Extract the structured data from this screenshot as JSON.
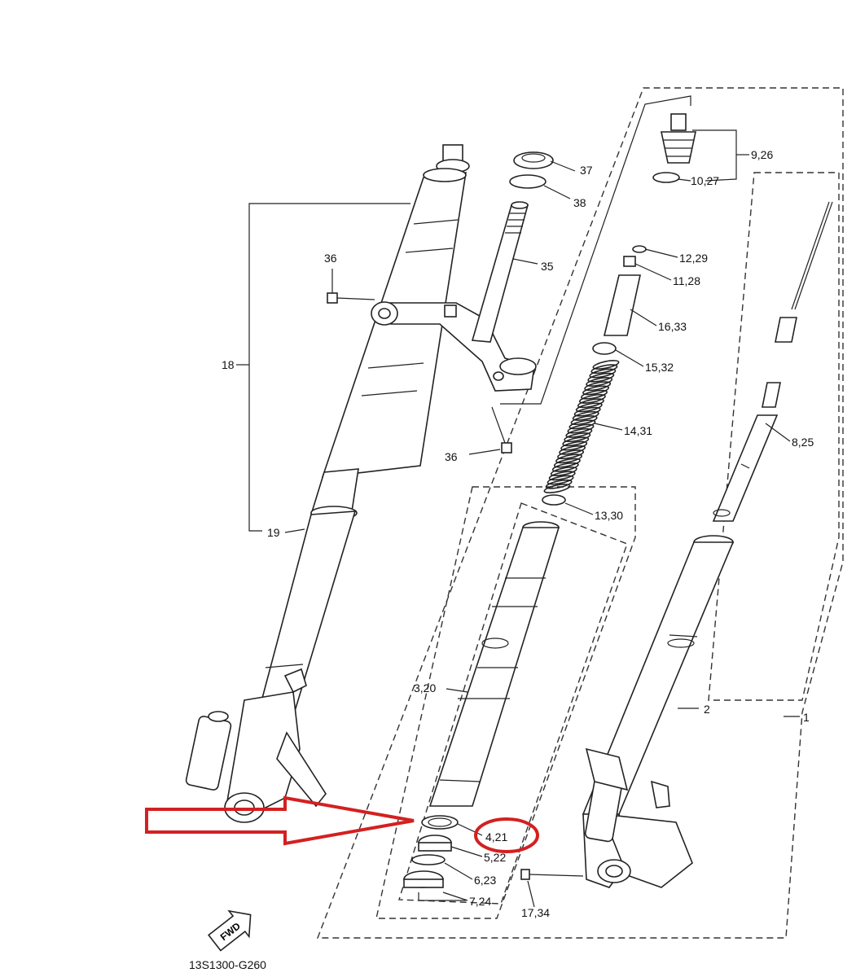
{
  "diagram": {
    "drawing_code": "13S1300-G260",
    "fwd_mark": "FWD",
    "highlight_color": "#d42020",
    "callouts": [
      {
        "id": "c1",
        "text": "1"
      },
      {
        "id": "c2",
        "text": "2"
      },
      {
        "id": "c18",
        "text": "18"
      },
      {
        "id": "c19",
        "text": "19"
      },
      {
        "id": "c36a",
        "text": "36"
      },
      {
        "id": "c36b",
        "text": "36"
      },
      {
        "id": "c35",
        "text": "35"
      },
      {
        "id": "c37",
        "text": "37"
      },
      {
        "id": "c38",
        "text": "38"
      },
      {
        "id": "c9",
        "text": "9,26"
      },
      {
        "id": "c10",
        "text": "10,27"
      },
      {
        "id": "c12",
        "text": "12,29"
      },
      {
        "id": "c11",
        "text": "11,28"
      },
      {
        "id": "c16",
        "text": "16,33"
      },
      {
        "id": "c15",
        "text": "15,32"
      },
      {
        "id": "c14",
        "text": "14,31"
      },
      {
        "id": "c8",
        "text": "8,25"
      },
      {
        "id": "c13",
        "text": "13,30"
      },
      {
        "id": "c3",
        "text": "3,20"
      },
      {
        "id": "c4",
        "text": "4,21"
      },
      {
        "id": "c5",
        "text": "5,22"
      },
      {
        "id": "c6",
        "text": "6,23"
      },
      {
        "id": "c7",
        "text": "7,24"
      },
      {
        "id": "c17",
        "text": "17,34"
      }
    ]
  }
}
